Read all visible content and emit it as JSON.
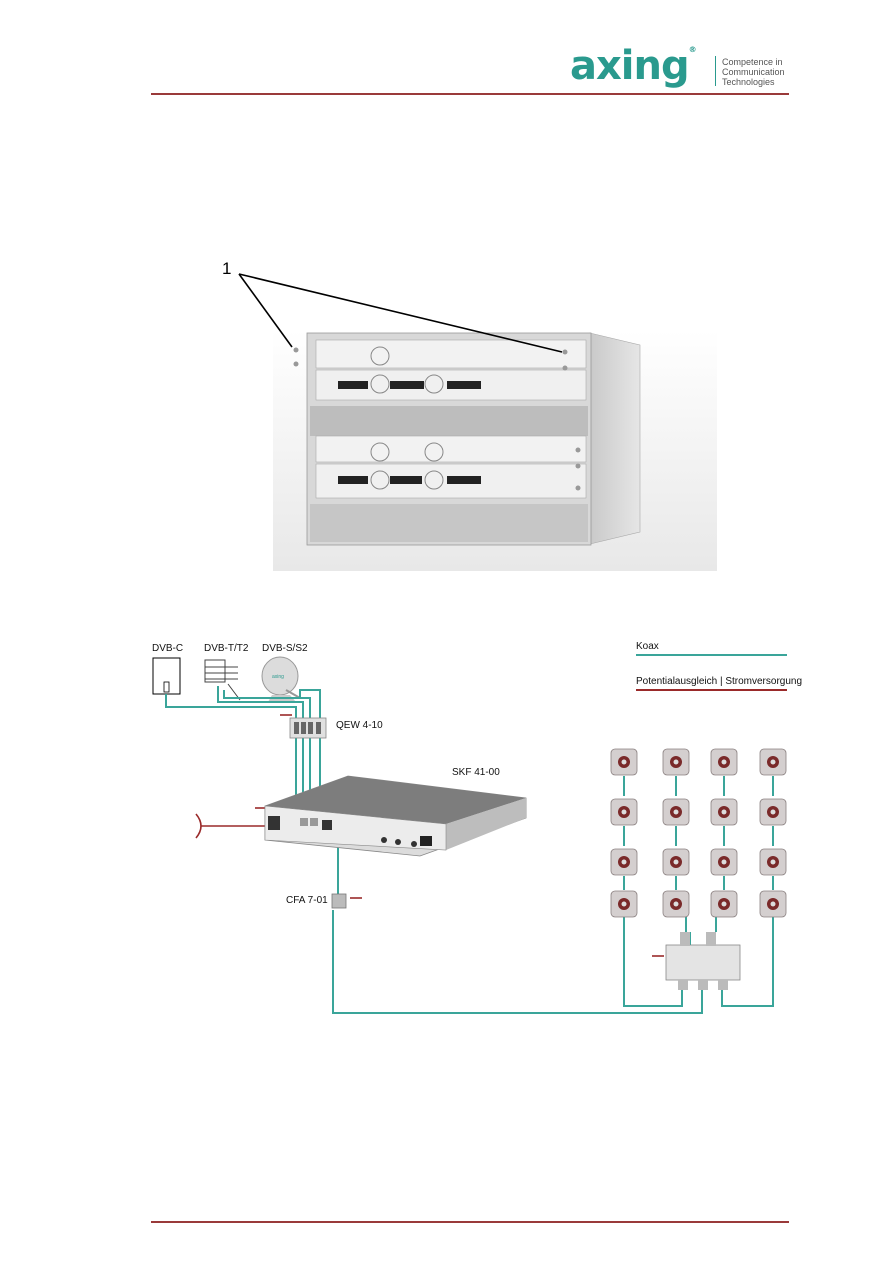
{
  "header": {
    "logo_text": "axing",
    "logo_reg": "®",
    "tagline": [
      "Competence in",
      "Communication",
      "Technologies"
    ]
  },
  "figure1": {
    "callout": "1"
  },
  "diagram": {
    "sources": [
      "DVB-C",
      "DVB-T/T2",
      "DVB-S/S2"
    ],
    "sat_brand": "axing",
    "qew_label": "QEW 4-10",
    "skf_label": "SKF 41-00",
    "cfa_label": "CFA 7-01",
    "legend": {
      "coax": "Koax",
      "pa": "Potentialausgleich | Stromversorgung"
    },
    "colors": {
      "coax": "#3aa59a",
      "pa": "#9a2a2a",
      "rule": "#9a3a3a"
    }
  }
}
